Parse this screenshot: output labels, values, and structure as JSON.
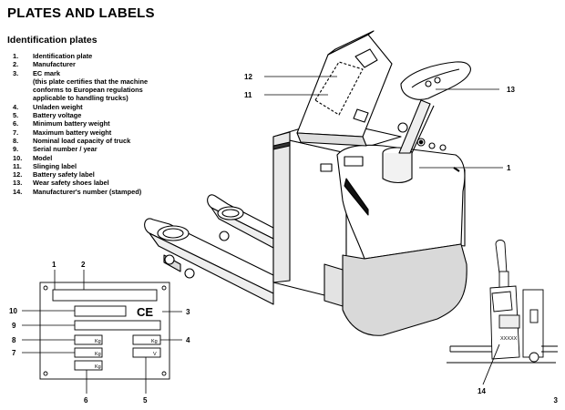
{
  "heading": "PLATES AND LABELS",
  "section": "Identification plates",
  "items": [
    {
      "num": "1.",
      "text": "Identification  plate"
    },
    {
      "num": "2.",
      "text": "Manufacturer"
    },
    {
      "num": "3.",
      "text": "EC mark\n(this plate certifies that the machine\nconforms to European regulations\napplicable to handling trucks)"
    },
    {
      "num": "4.",
      "text": "Unladen  weight"
    },
    {
      "num": "5.",
      "text": "Battery  voltage"
    },
    {
      "num": "6.",
      "text": "Minimum  battery  weight"
    },
    {
      "num": "7.",
      "text": "Maximum  battery  weight"
    },
    {
      "num": "8.",
      "text": "Nominal  load  capacity  of  truck"
    },
    {
      "num": "9.",
      "text": "Serial  number  /  year"
    },
    {
      "num": "10.",
      "text": "Model"
    },
    {
      "num": "11.",
      "text": "Slinging  label"
    },
    {
      "num": "12.",
      "text": "Battery  safety  label"
    },
    {
      "num": "13.",
      "text": "Wear  safety  shoes  label"
    },
    {
      "num": "14.",
      "text": "Manufacturer's  number  (stamped)"
    }
  ],
  "callouts": {
    "c1": "1",
    "c2": "2",
    "c3": "3",
    "c4": "4",
    "c5": "5",
    "c6": "6",
    "c7": "7",
    "c8": "8",
    "c9": "9",
    "c10": "10",
    "c11": "11",
    "c12": "12",
    "c13": "13",
    "c14": "14"
  },
  "plate": {
    "ce_mark": "CE",
    "unit_kg": "Kg",
    "unit_v": "V"
  },
  "stamp": "XXXXX",
  "page_number": "3"
}
